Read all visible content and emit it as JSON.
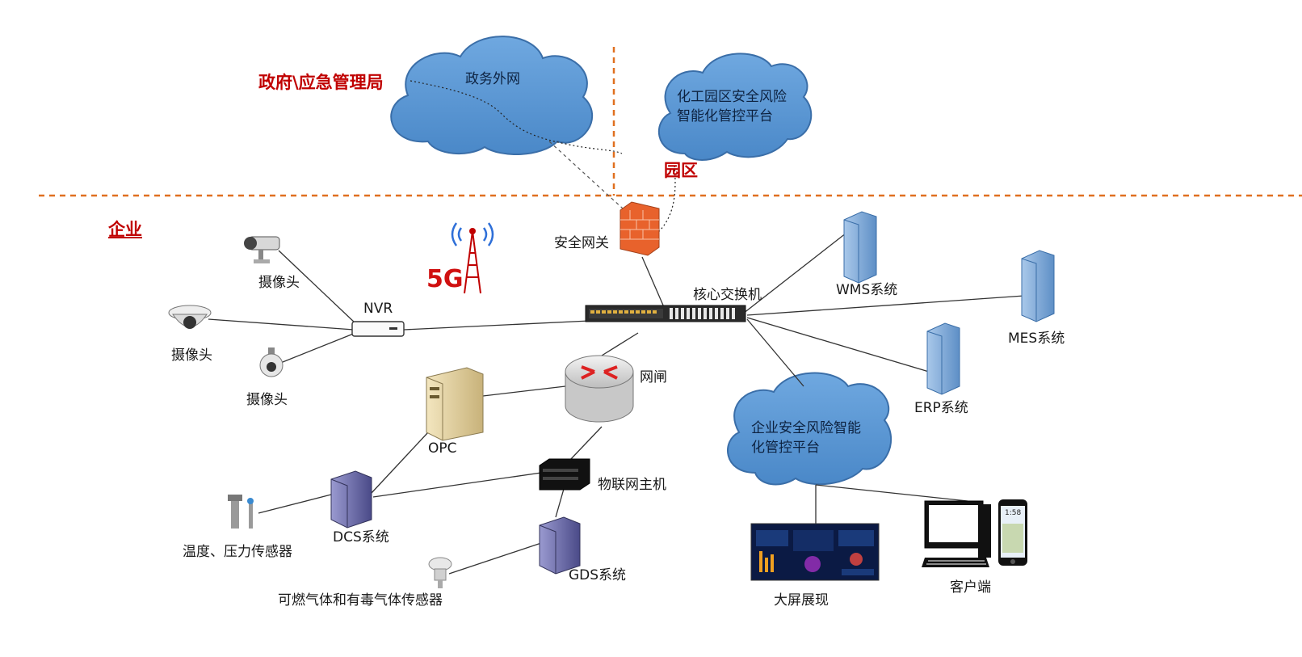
{
  "zones": {
    "government": "政府\\应急管理局",
    "park": "园区",
    "enterprise": "企业"
  },
  "clouds": {
    "gov_network": "政务外网",
    "park_platform_line1": "化工园区安全风险",
    "park_platform_line2": "智能化管控平台",
    "ent_platform_line1": "企业安全风险智能",
    "ent_platform_line2": "化管控平台"
  },
  "nodes": {
    "security_gateway": "安全网关",
    "core_switch": "核心交换机",
    "nvr": "NVR",
    "camera1": "摄像头",
    "camera2": "摄像头",
    "camera3": "摄像头",
    "fiveg": "5G",
    "gatekeeper": "网闸",
    "opc": "OPC",
    "iot_host": "物联网主机",
    "dcs": "DCS系统",
    "gds": "GDS系统",
    "temp_pressure_sensor": "温度、压力传感器",
    "gas_sensor": "可燃气体和有毒气体传感器",
    "wms": "WMS系统",
    "mes": "MES系统",
    "erp": "ERP系统",
    "big_screen": "大屏展现",
    "client": "客户端",
    "phone_time": "1:58"
  },
  "colors": {
    "divider": "#e07020",
    "zone_label": "#c00000",
    "cloud_fill": "#5b9bd5",
    "cloud_stroke": "#3a6ea8",
    "server_blue": "#8fb6e0",
    "server_purple": "#6a6aa8",
    "firewall": "#e8622c"
  }
}
